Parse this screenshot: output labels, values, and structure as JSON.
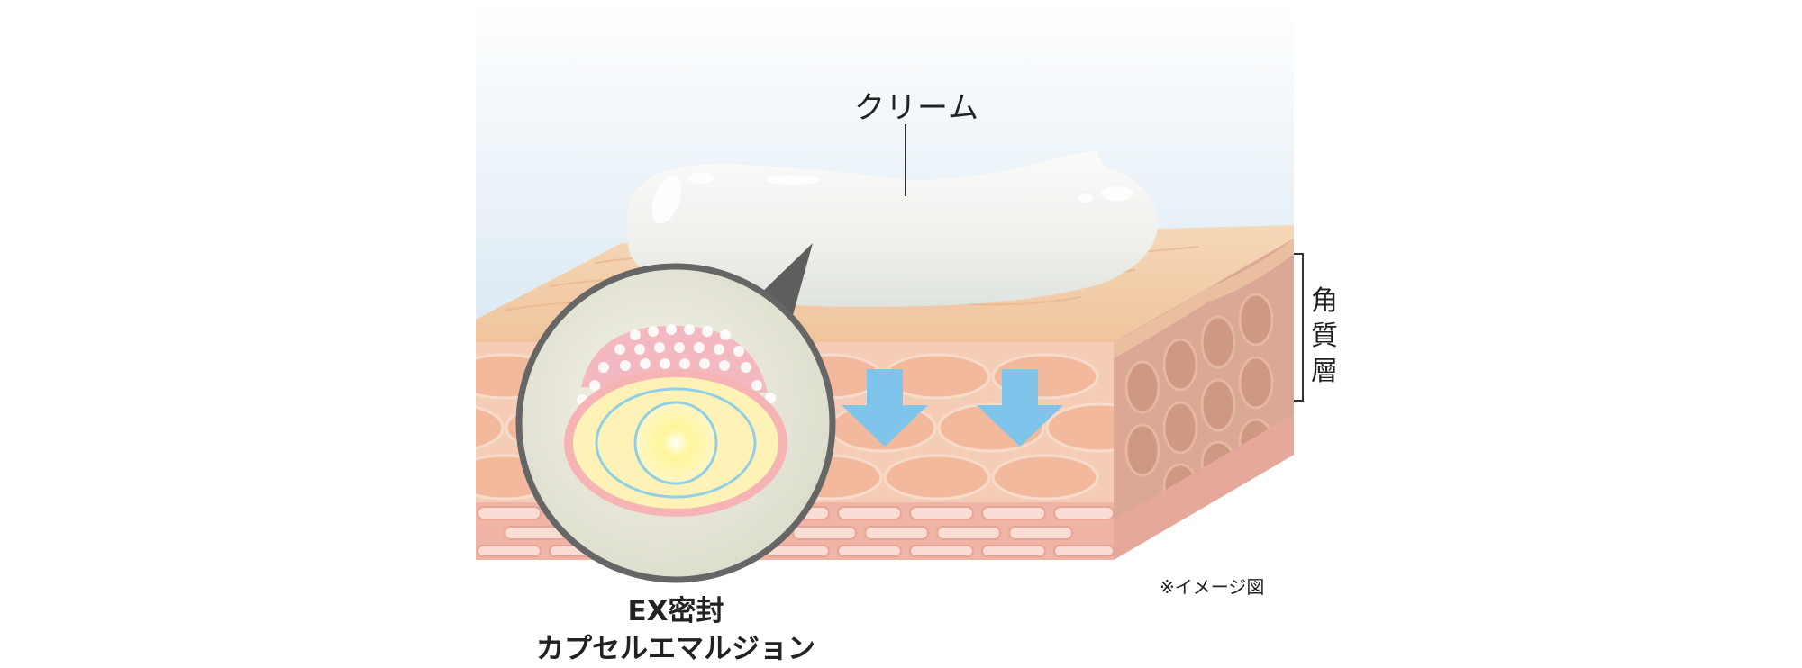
{
  "labels": {
    "cream": "クリーム",
    "stratum_corneum": [
      "角",
      "質",
      "層"
    ],
    "note": "※イメージ図",
    "emulsion_line1": "EX密封",
    "emulsion_line2": "カプセルエマルジョン"
  },
  "colors": {
    "sky": "#d9e8f2",
    "skin_top": "#f2c9a2",
    "skin_cell": "#f2b99d",
    "skin_cell_border": "#f7d7c2",
    "dermis": "#efb4a6",
    "side_face": "#dba896",
    "cream": "#eef0ec",
    "arrow": "#7fc4ea",
    "lens_bg": "#e8e8dc",
    "lens_border": "#6a6a6a",
    "capsule_outer": "#f4a8a8",
    "capsule_inner": "#fff6b0",
    "capsule_ring": "#8fd0e6"
  }
}
